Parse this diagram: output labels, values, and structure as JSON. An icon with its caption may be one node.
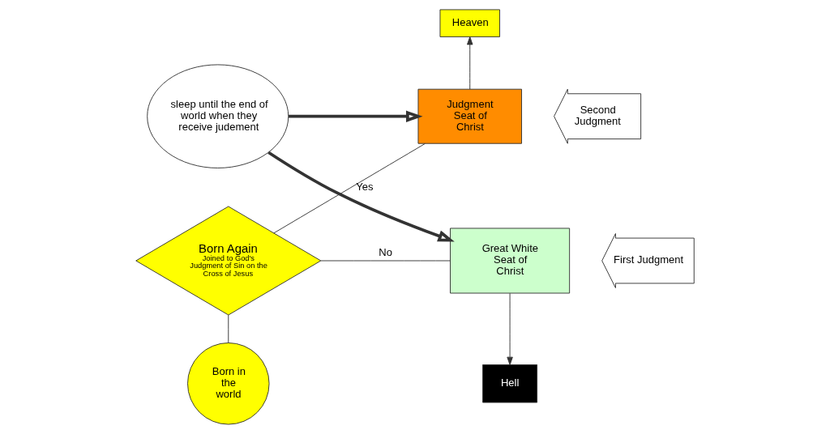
{
  "diagram": {
    "nodes": [
      {
        "text": [
          "Heaven"
        ]
      },
      {
        "text": [
          "sleep until the end of world when they receive judement"
        ]
      },
      {
        "text": [
          "Judgment Seat of Christ"
        ]
      },
      {
        "text": [
          "Second Judgment"
        ]
      },
      {
        "text": [
          "Great White Seat of Christ"
        ]
      },
      {
        "text": [
          "Born Again",
          "Joined to God's Judgment of Sin on the Cross of Jesus"
        ]
      },
      {
        "text": [
          "First Judgment"
        ]
      },
      {
        "text": [
          "Hell"
        ]
      },
      {
        "text": [
          "Born in the world"
        ]
      }
    ],
    "edges": [
      {
        "from": 2,
        "to": 0,
        "arrow": "to"
      },
      {
        "from": 1,
        "to": 2,
        "arrow": "to",
        "style": "thick"
      },
      {
        "from": 1,
        "to": 4,
        "arrow": "to",
        "style": "thick"
      },
      {
        "from": 5,
        "to": 2,
        "arrow": "none",
        "label": "Yes"
      },
      {
        "from": 5,
        "to": 4,
        "arrow": "none",
        "label": "No"
      },
      {
        "from": 4,
        "to": 7,
        "arrow": "to"
      },
      {
        "from": 8,
        "to": 5,
        "arrow": "none"
      }
    ]
  }
}
